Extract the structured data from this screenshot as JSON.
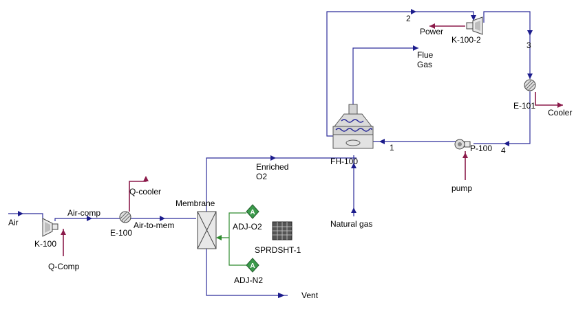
{
  "units": {
    "k100": "K-100",
    "e100": "E-100",
    "membrane": "Membrane",
    "fh100": "FH-100",
    "p100": "P-100",
    "k1002": "K-100-2",
    "e101": "E-101",
    "adj_o2": "ADJ-O2",
    "adj_n2": "ADJ-N2",
    "sprdsht": "SPRDSHT-1"
  },
  "streams": {
    "air": "Air",
    "air_comp": "Air-comp",
    "air_to_mem": "Air-to-mem",
    "q_cooler": "Q-cooler",
    "q_comp": "Q-Comp",
    "enriched_l1": "Enriched",
    "enriched_l2": "O2",
    "vent": "Vent",
    "natural_gas": "Natural gas",
    "flue_l1": "Flue",
    "flue_l2": "Gas",
    "s1": "1",
    "s2": "2",
    "s3": "3",
    "s4": "4",
    "power": "Power",
    "cooler": "Cooler",
    "pump": "pump"
  },
  "colors": {
    "material_stream": "#2c2c9a",
    "energy_stream": "#8b1a4a",
    "control_line": "#2e8b2e",
    "adjust_fill": "#3a9a4a"
  },
  "icons": {
    "compressor": "compressor-icon",
    "heat_exchanger": "heat-exchanger-icon",
    "membrane": "membrane-separator-icon",
    "fired_heater": "fired-heater-icon",
    "pump": "pump-icon",
    "adjust": "adjust-logic-icon",
    "spreadsheet": "spreadsheet-icon"
  }
}
